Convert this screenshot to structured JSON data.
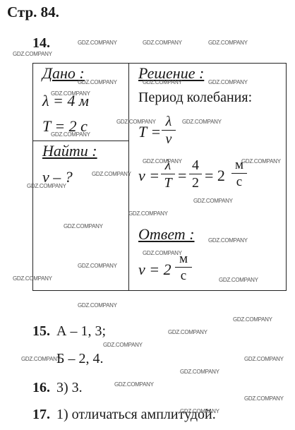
{
  "page": {
    "header": "Стр. 84."
  },
  "task14": {
    "number": "14.",
    "given": {
      "title": "Дано :",
      "lambda": "λ = 4 м",
      "period": "T = 2 c"
    },
    "find": {
      "title": "Найти :",
      "unknown": "v – ?"
    },
    "solution": {
      "title": "Решение :",
      "subtitle": "Период колебания:",
      "formula1_lhs": "T =",
      "formula1_num": "λ",
      "formula1_den": "v",
      "formula2_lhs": "v =",
      "formula2_f1_num": "λ",
      "formula2_f1_den": "T",
      "formula2_eq1": "=",
      "formula2_f2_num": "4",
      "formula2_f2_den": "2",
      "formula2_eq2": "= 2",
      "formula2_unit_num": "м",
      "formula2_unit_den": "c"
    },
    "answer": {
      "title": "Ответ :",
      "lhs": "v = 2",
      "unit_num": "м",
      "unit_den": "c"
    }
  },
  "task15": {
    "number": "15.",
    "line1": "А – 1, 3;",
    "line2": "Б – 2, 4."
  },
  "task16": {
    "number": "16.",
    "text": "3) 3."
  },
  "task17": {
    "number": "17.",
    "text": "1) отличаться амплитудой."
  },
  "watermark": "GDZ.COMPANY"
}
